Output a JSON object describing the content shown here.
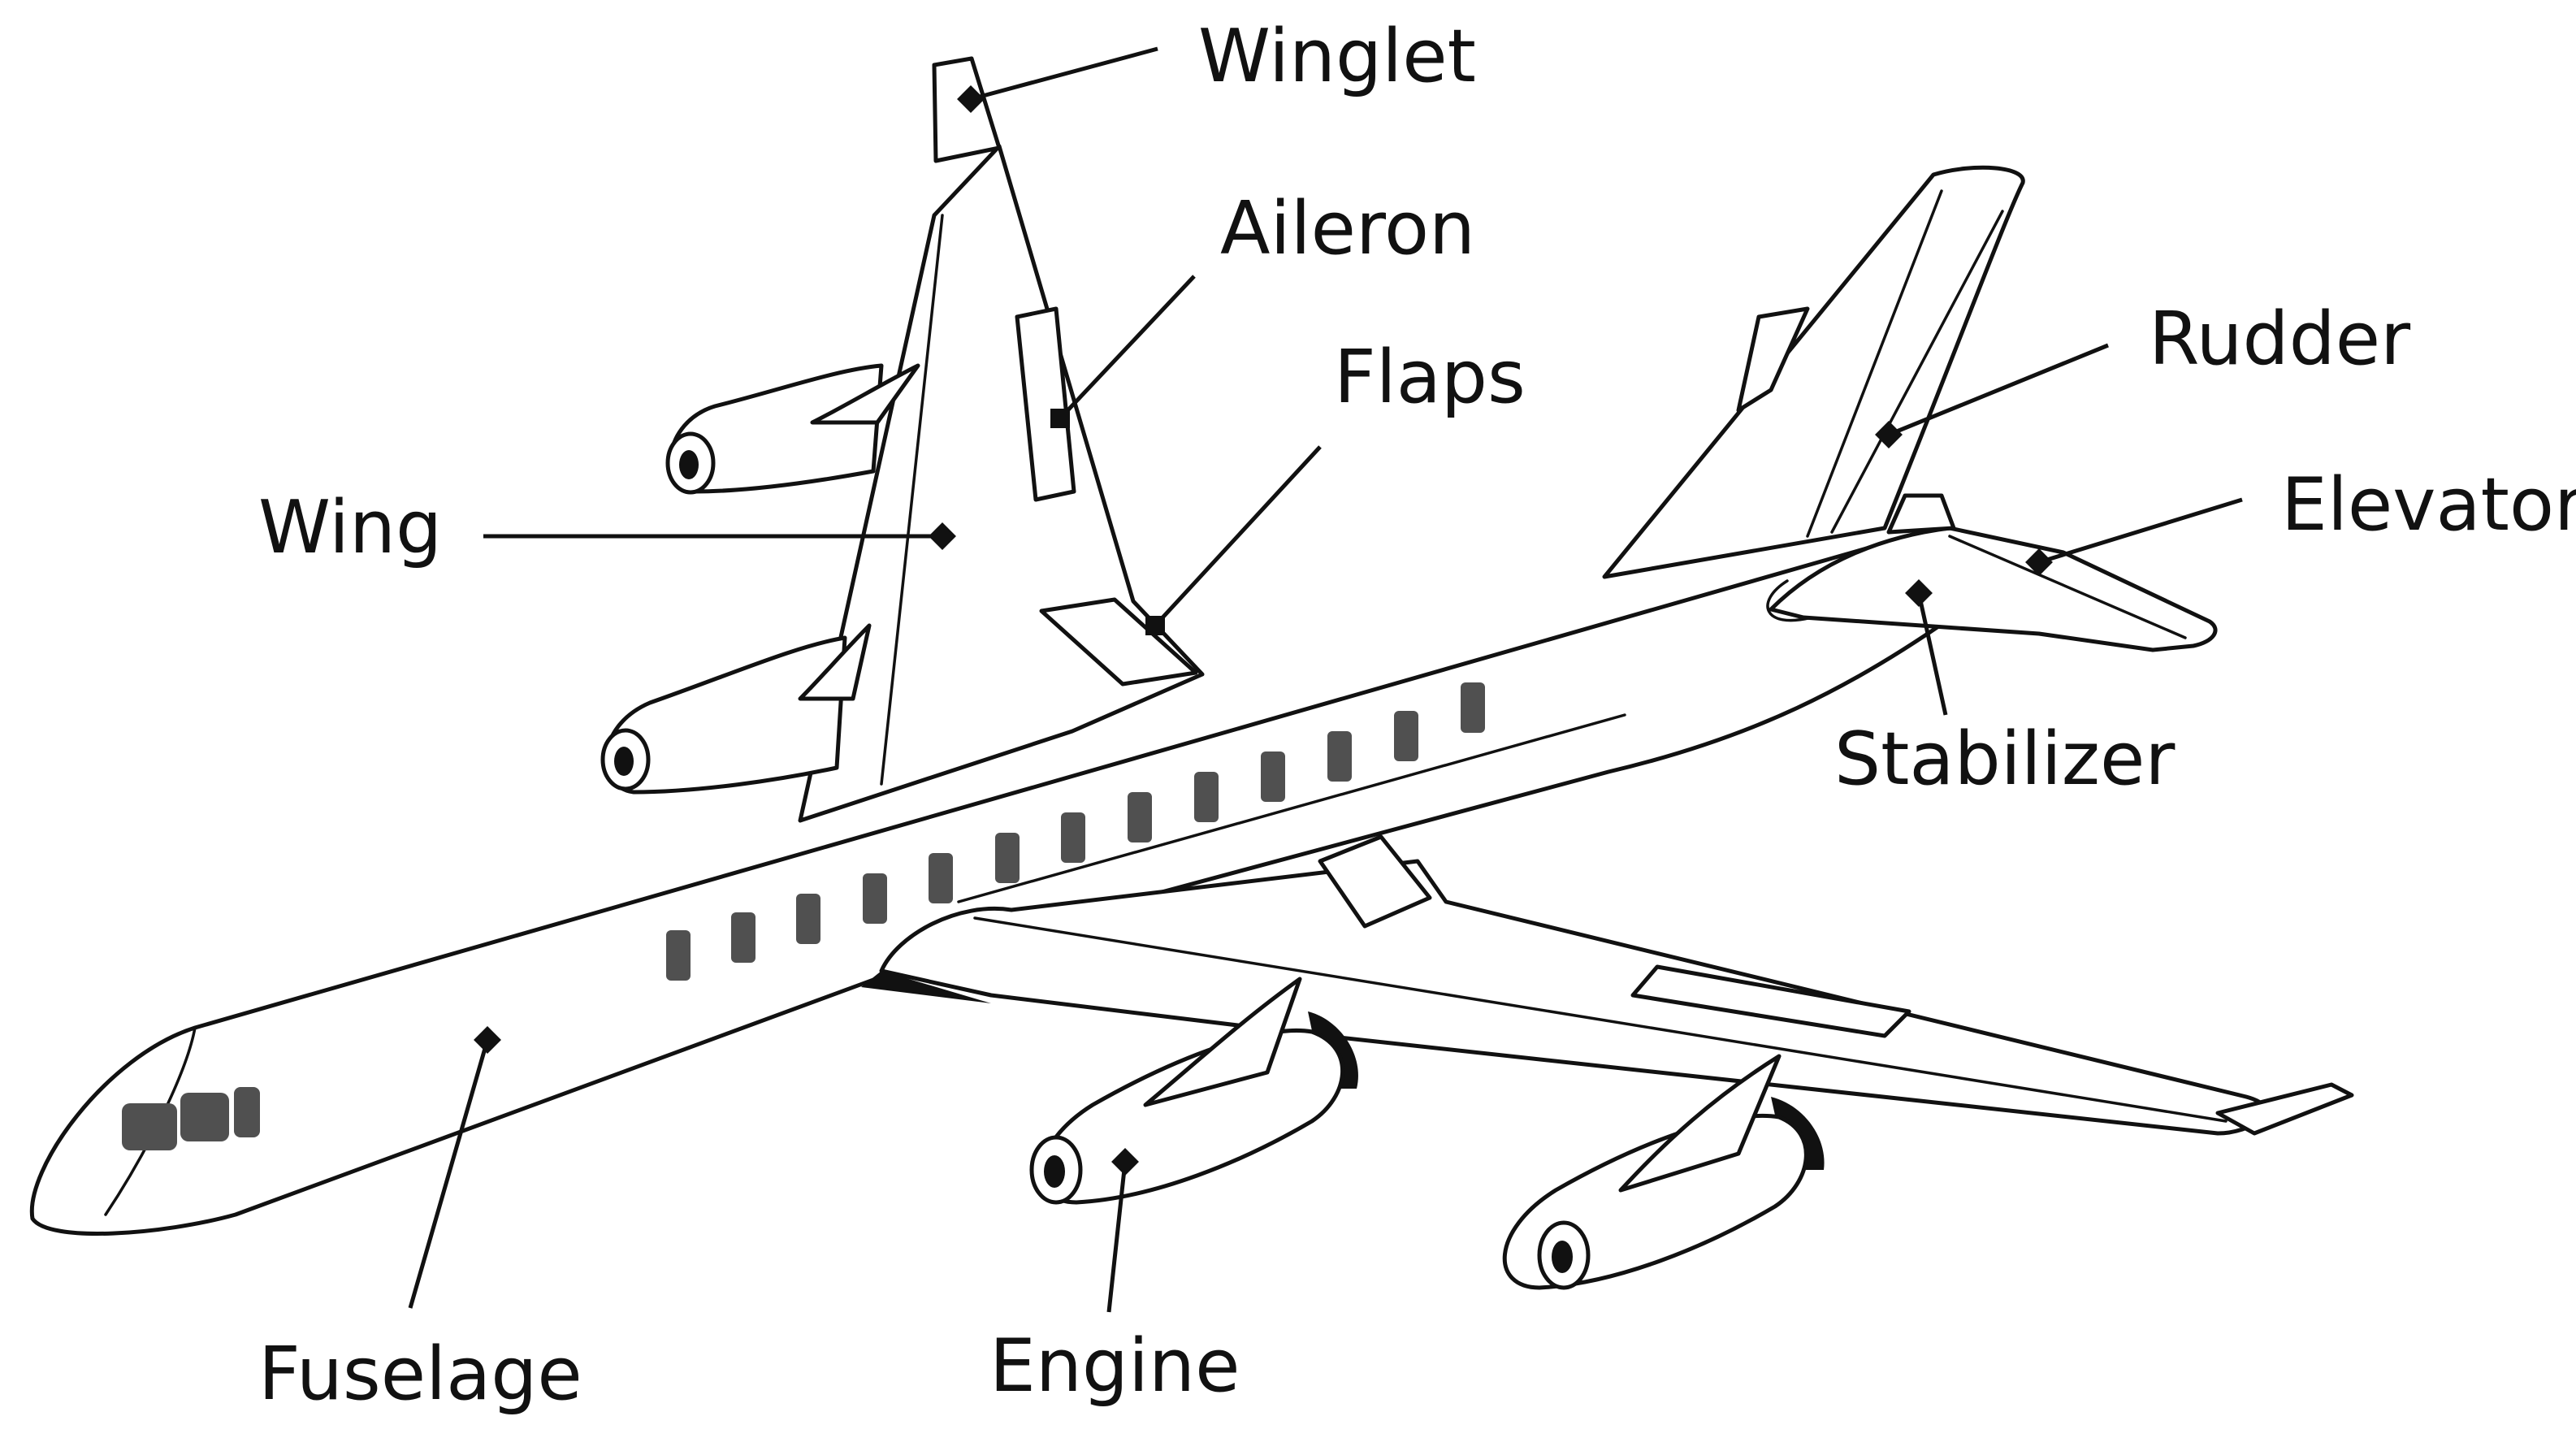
{
  "labels": {
    "winglet": "Winglet",
    "aileron": "Aileron",
    "flaps": "Flaps",
    "rudder": "Rudder",
    "elevator": "Elevator",
    "wing": "Wing",
    "stabilizer": "Stabilizer",
    "fuselage": "Fuselage",
    "engine": "Engine"
  }
}
